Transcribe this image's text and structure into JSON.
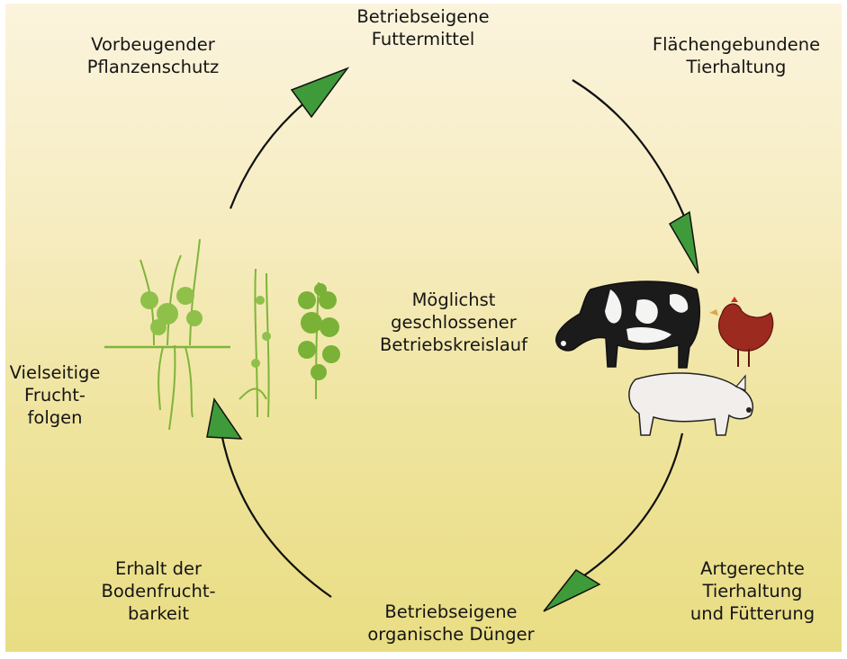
{
  "center_label": [
    "Möglichst",
    "geschlossener",
    "Betriebskreislauf"
  ],
  "labels": {
    "top_left": [
      "Vorbeugender",
      "Pflanzenschutz"
    ],
    "top_center": [
      "Betriebseigene",
      "Futtermittel"
    ],
    "top_right": [
      "Flächengebundene",
      "Tierhaltung"
    ],
    "left": [
      "Vielseitige",
      "Frucht-",
      "folgen"
    ],
    "bottom_left": [
      "Erhalt der",
      "Bodenfrucht-",
      "barkeit"
    ],
    "bottom_center": [
      "Betriebseigene",
      "organische Dünger"
    ],
    "bottom_right": [
      "Artgerechte",
      "Tierhaltung",
      "und Fütterung"
    ]
  },
  "colors": {
    "background_top": "#fbf4dd",
    "background_bottom": "#e9dd83",
    "arrow_fill": "#3f9a3a",
    "arc_stroke": "#111111",
    "plants": "#7fb43a",
    "chicken": "#9c2a1e"
  },
  "icons": [
    "plants-illustration",
    "cow-illustration",
    "chicken-illustration",
    "pig-illustration"
  ]
}
